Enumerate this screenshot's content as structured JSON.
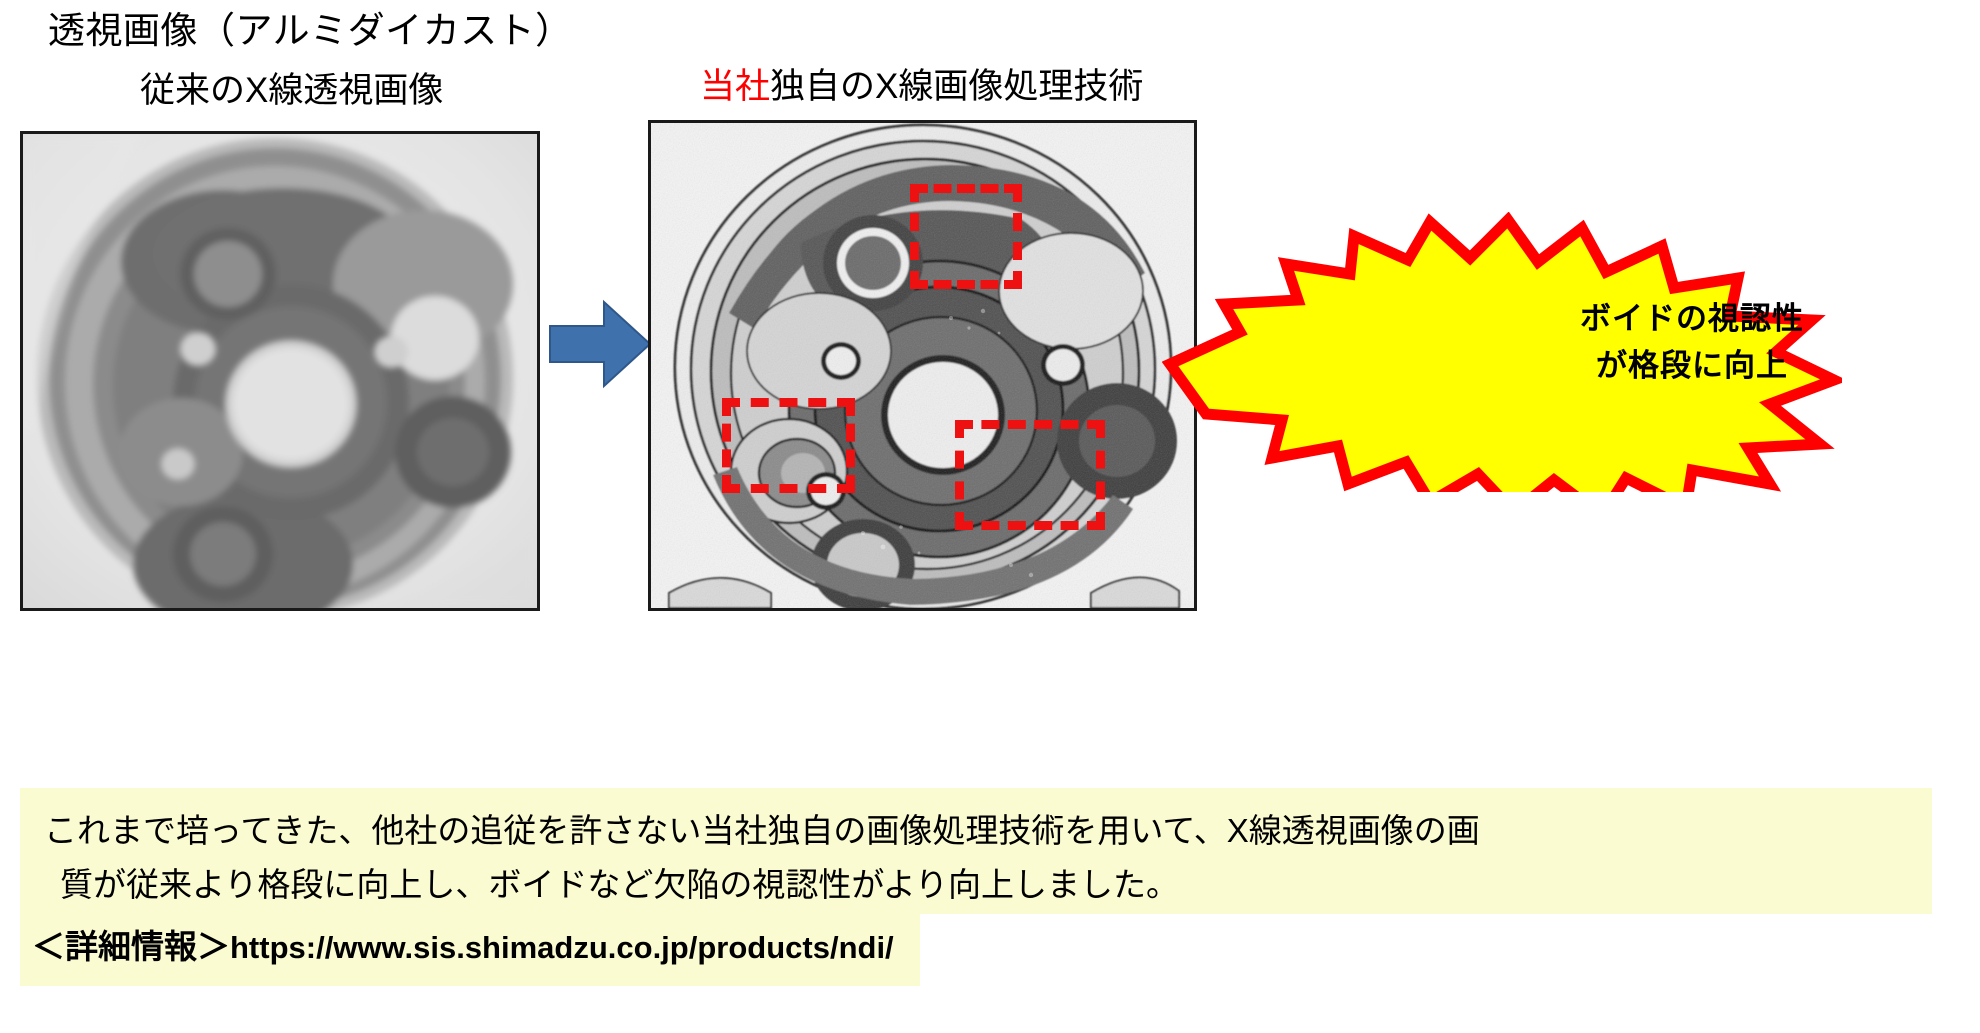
{
  "slide": {
    "title": "透視画像（アルミダイカスト）"
  },
  "panels": {
    "left": {
      "heading": "従来のX線透視画像",
      "image_alt": "従来のX線透視画像（アルミダイカスト部品）"
    },
    "right": {
      "heading_highlight": "当社",
      "heading_rest": "独自のX線画像処理技術",
      "image_alt": "当社独自のX線画像処理技術による透視画像",
      "roi_count": 3
    }
  },
  "arrow": {
    "name": "transition-arrow",
    "color": "#3f72ad",
    "direction": "right"
  },
  "callout": {
    "line1": "ボイドの視認性",
    "line2": "が格段に向上",
    "fill_color": "#ffff00",
    "stroke_color": "#ff0000"
  },
  "caption": {
    "line1": "これまで培ってきた、他社の追従を許さない当社独自の画像処理技術を用いて、X線透視画像の画",
    "line2": "質が従来より格段に向上し、ボイドなど欠陥の視認性がより向上しました。",
    "background_color": "#fbfbd2"
  },
  "footer": {
    "label": "＜詳細情報＞",
    "url": "https://www.sis.shimadzu.co.jp/products/ndi/",
    "background_color": "#fbfbd2"
  },
  "colors": {
    "red_accent": "#ff0000",
    "yellow_callout": "#ffff00",
    "blue_arrow": "#3f72ad",
    "caption_bg": "#fbfbd2"
  }
}
